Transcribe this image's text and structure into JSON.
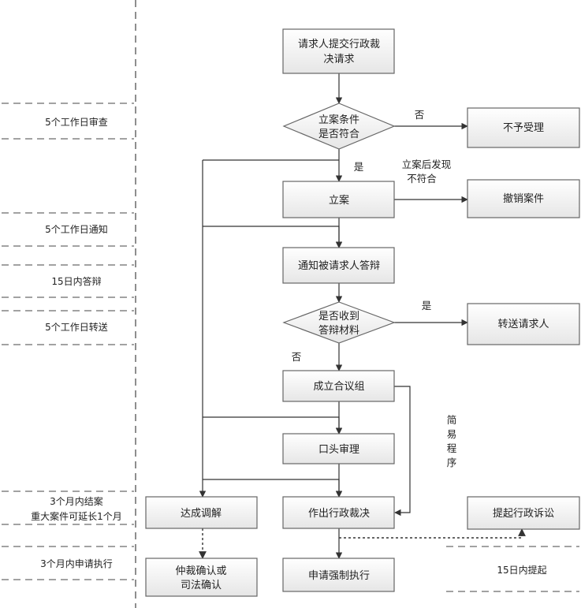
{
  "nodes": {
    "submit": "请求人提交行政裁决请求",
    "condition": "立案条件是否符合",
    "reject": "不予受理",
    "file_case": "立案",
    "revoke": "撤销案件",
    "notify": "通知被请求人答辩",
    "received": "是否收到答辩材料",
    "forward": "转送请求人",
    "panel": "成立合议组",
    "oral": "口头审理",
    "mediate": "达成调解",
    "ruling": "作出行政裁决",
    "lawsuit": "提起行政诉讼",
    "confirm": "仲裁确认或司法确认",
    "enforce": "申请强制执行"
  },
  "edge_labels": {
    "no": "否",
    "yes": "是",
    "found_mismatch": "立案后发现不符合",
    "yes2": "是",
    "no2": "否",
    "simple": "简易程序"
  },
  "timeline": {
    "review": "5个工作日审查",
    "notify": "5个工作日通知",
    "respond": "15日内答辩",
    "forward": "5个工作日转送",
    "close_line1": "3个月内结案",
    "close_line2": "重大案件可延长1个月",
    "execute": "3个月内申请执行",
    "lawsuit": "15日内提起"
  }
}
